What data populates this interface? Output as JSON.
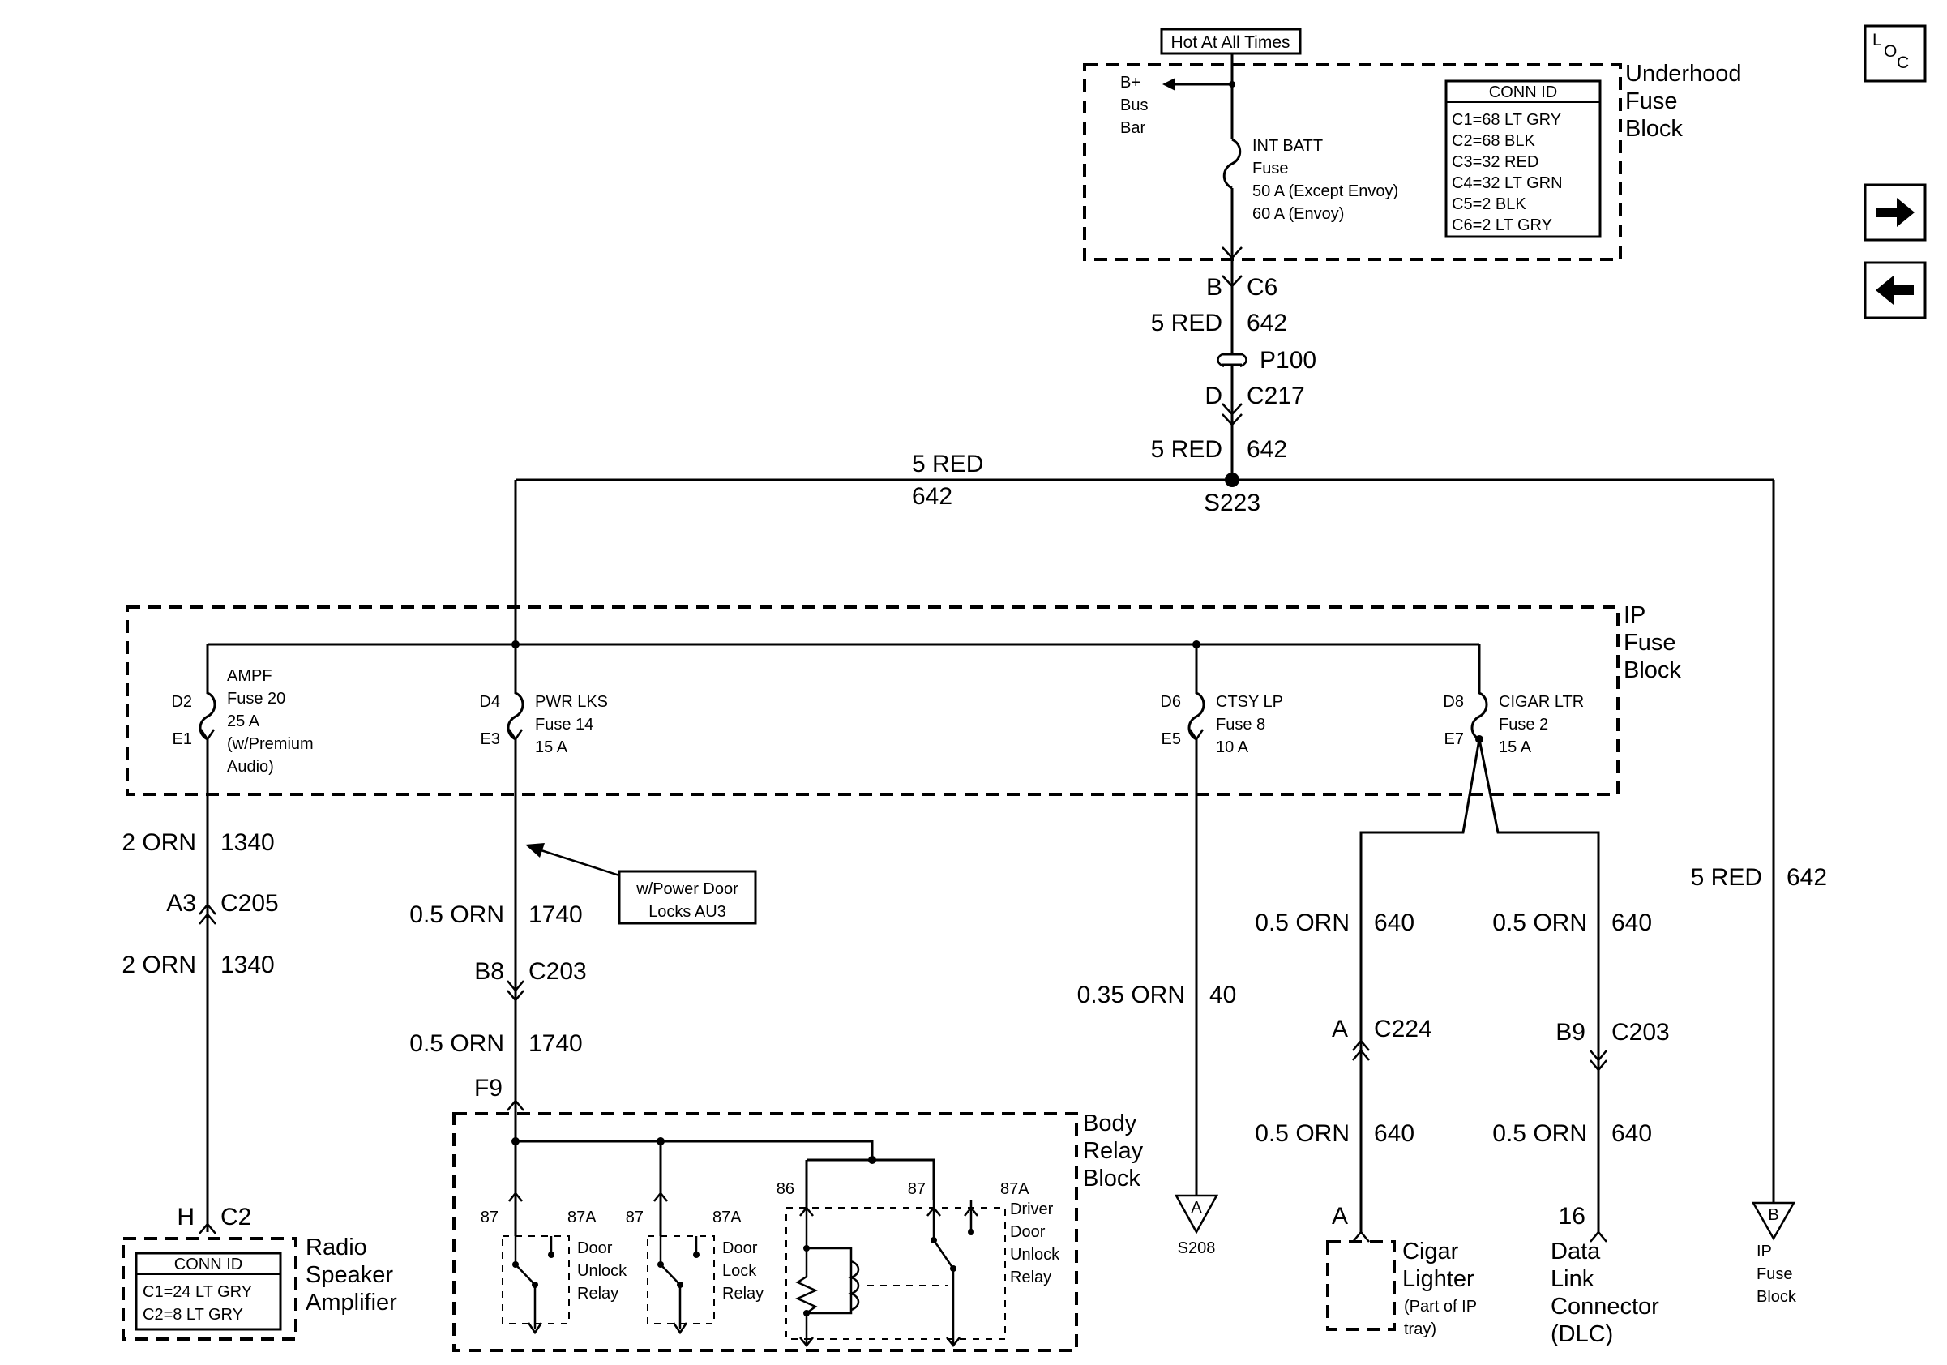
{
  "nav": {
    "loc": {
      "l": "L",
      "o": "O",
      "c": "C"
    },
    "next_icon": "arrow-right-icon",
    "prev_icon": "arrow-left-icon"
  },
  "hot_label": "Hot At All Times",
  "underhood": {
    "title": [
      "Underhood",
      "Fuse",
      "Block"
    ],
    "bplus": [
      "B+",
      "Bus",
      "Bar"
    ],
    "fuse_lines": [
      "INT BATT",
      "Fuse",
      "50 A (Except Envoy)",
      "60 A (Envoy)"
    ],
    "conn_id_title": "CONN ID",
    "conn_ids": [
      "C1=68 LT GRY",
      "C2=68 BLK",
      "C3=32 RED",
      "C4=32 LT GRN",
      "C5=2 BLK",
      "C6=2 LT GRY"
    ]
  },
  "main_feed": {
    "c6_pin": "B",
    "c6": "C6",
    "wire1_size": "5 RED",
    "wire1_circ": "642",
    "p100": "P100",
    "c217_pin": "D",
    "c217": "C217",
    "wire2_size": "5 RED",
    "wire2_circ": "642",
    "splice": "S223",
    "left_size": "5 RED",
    "left_circ": "642"
  },
  "ip_fuse_block": {
    "title": [
      "IP",
      "Fuse",
      "Block"
    ],
    "fuses": [
      {
        "in": "D2",
        "out": "E1",
        "lines": [
          "AMPF",
          "Fuse 20",
          "25 A",
          "(w/Premium",
          "Audio)"
        ]
      },
      {
        "in": "D4",
        "out": "E3",
        "lines": [
          "PWR LKS",
          "Fuse 14",
          "15 A"
        ]
      },
      {
        "in": "D6",
        "out": "E5",
        "lines": [
          "CTSY LP",
          "Fuse 8",
          "10 A"
        ]
      },
      {
        "in": "D8",
        "out": "E7",
        "lines": [
          "CIGAR LTR",
          "Fuse 2",
          "15 A"
        ]
      }
    ]
  },
  "amp_branch": {
    "w1_size": "2 ORN",
    "w1_circ": "1340",
    "pin": "A3",
    "conn": "C205",
    "w2_size": "2 ORN",
    "w2_circ": "1340",
    "end_pin": "H",
    "end_conn": "C2",
    "device": [
      "Radio",
      "Speaker",
      "Amplifier"
    ],
    "conn_id_title": "CONN ID",
    "conn_ids": [
      "C1=24 LT GRY",
      "C2=8 LT GRY"
    ]
  },
  "lock_branch": {
    "note": [
      "w/Power Door",
      "Locks AU3"
    ],
    "w1_size": "0.5 ORN",
    "w1_circ": "1740",
    "pin": "B8",
    "conn": "C203",
    "w2_size": "0.5 ORN",
    "w2_circ": "1740",
    "end_pin": "F9",
    "block": [
      "Body",
      "Relay",
      "Block"
    ],
    "relays": [
      {
        "p87": "87",
        "p87a": "87A",
        "name": [
          "Door",
          "Unlock",
          "Relay"
        ]
      },
      {
        "p87": "87",
        "p87a": "87A",
        "name": [
          "Door",
          "Lock",
          "Relay"
        ]
      },
      {
        "p86": "86",
        "p87": "87",
        "p87a": "87A",
        "name": [
          "Driver",
          "Door",
          "Unlock",
          "Relay"
        ]
      }
    ]
  },
  "ctsy_branch": {
    "size": "0.35 ORN",
    "circ": "40",
    "ref": "A",
    "ref_label": "S208"
  },
  "cigar_branch": {
    "w1_size": "0.5 ORN",
    "w1_circ": "640",
    "pin": "A",
    "conn": "C224",
    "w2_size": "0.5 ORN",
    "w2_circ": "640",
    "end_pin": "A",
    "device": [
      "Cigar",
      "Lighter"
    ],
    "device_note": [
      "(Part of IP",
      "tray)"
    ]
  },
  "dlc_branch": {
    "w1_size": "0.5 ORN",
    "w1_circ": "640",
    "pin": "B9",
    "conn": "C203",
    "w2_size": "0.5 ORN",
    "w2_circ": "640",
    "end_pin": "16",
    "device": [
      "Data",
      "Link",
      "Connector",
      "(DLC)"
    ]
  },
  "right_branch": {
    "size": "5 RED",
    "circ": "642",
    "ref": "B",
    "ref_label": [
      "IP",
      "Fuse",
      "Block"
    ]
  }
}
